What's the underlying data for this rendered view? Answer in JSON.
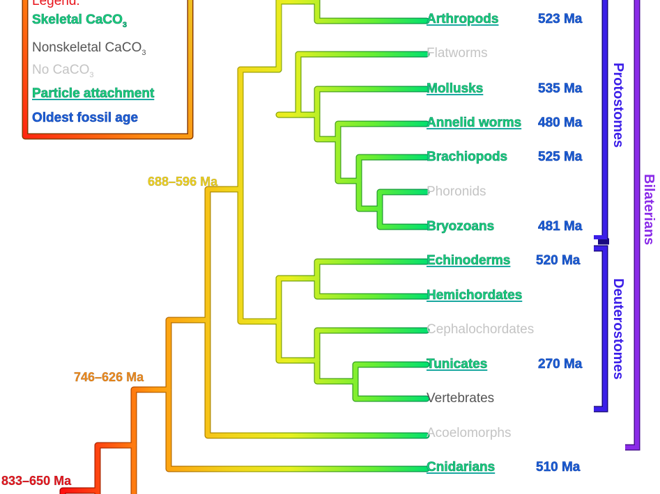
{
  "legend": {
    "title": "Legend:",
    "skeletal": "Skeletal CaCO",
    "nonskeletal": "Nonskeletal CaCO",
    "nocaco": "No CaCO",
    "sub3": "3",
    "particle": "Particle attachment",
    "oldest": "Oldest fossil age"
  },
  "taxa": [
    {
      "name": "Arthropods",
      "age": "523 Ma"
    },
    {
      "name": "Flatworms",
      "age": ""
    },
    {
      "name": "Mollusks",
      "age": "535 Ma"
    },
    {
      "name": "Annelid worms",
      "age": "480 Ma"
    },
    {
      "name": "Brachiopods",
      "age": "525 Ma"
    },
    {
      "name": "Phoronids",
      "age": ""
    },
    {
      "name": "Bryozoans",
      "age": "481 Ma"
    },
    {
      "name": "Echinoderms",
      "age": "520 Ma"
    },
    {
      "name": "Hemichordates",
      "age": ""
    },
    {
      "name": "Cephalochordates",
      "age": ""
    },
    {
      "name": "Tunicates",
      "age": "270 Ma"
    },
    {
      "name": "Vertebrates",
      "age": ""
    },
    {
      "name": "Acoelomorphs",
      "age": ""
    },
    {
      "name": "Cnidarians",
      "age": "510 Ma"
    }
  ],
  "nodes": {
    "n1": "688–596 Ma",
    "n2": "746–626 Ma",
    "n3": "833–650 Ma"
  },
  "groups": {
    "protostomes": "Protostomes",
    "deuterostomes": "Deuterostomes",
    "bilaterians": "Bilaterians"
  },
  "colors": {
    "skeletal": "#1ccf7a",
    "nonskeletal": "#555555",
    "none": "#c4c4c4",
    "age": "#1d5fd6",
    "protostomes": "#3a1ee0",
    "bilaterians": "#8a2be8",
    "red": "#e8141c"
  }
}
